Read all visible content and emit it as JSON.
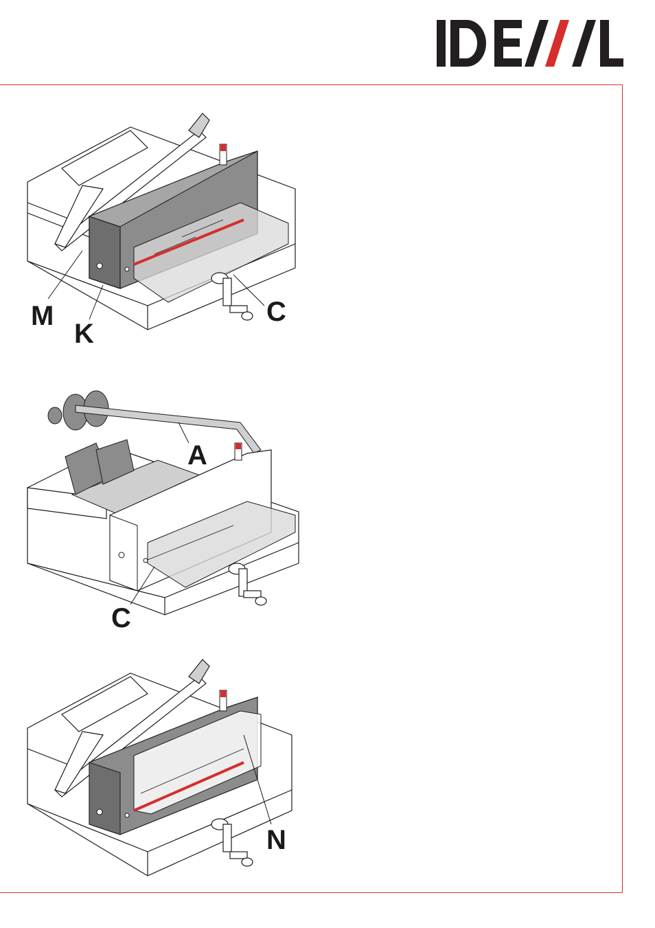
{
  "brand": {
    "logo_text": "IDEAL",
    "colors": {
      "black": "#231f20",
      "red": "#d62d2d",
      "gray": "#8c8c8c",
      "light": "#cfcfcf"
    }
  },
  "figures": [
    {
      "name": "figure-1",
      "callouts": [
        "M",
        "K",
        "C"
      ]
    },
    {
      "name": "figure-2",
      "callouts": [
        "A",
        "C"
      ]
    },
    {
      "name": "figure-3",
      "callouts": [
        "N"
      ]
    }
  ]
}
